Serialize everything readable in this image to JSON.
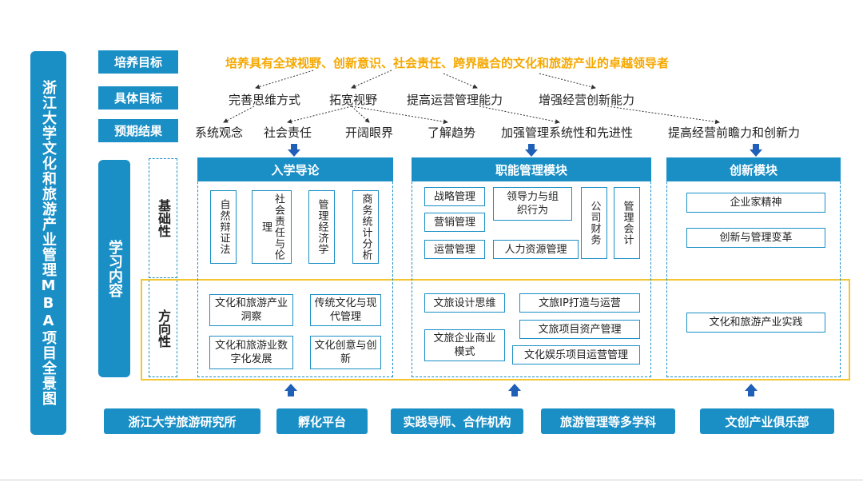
{
  "title": "浙江大学文化和旅游产业管理MBA项目全景图",
  "rows": {
    "cultivation_label": "培养目标",
    "specific_label": "具体目标",
    "expected_label": "预期结果",
    "study_label": "学习内容"
  },
  "cultivation_goal": "培养具有全球视野、创新意识、社会责任、跨界融合的文化和旅游产业的卓越领导者",
  "specific_goals": [
    "完善思维方式",
    "拓宽视野",
    "提高运营管理能力",
    "增强经营创新能力"
  ],
  "expected_results": [
    "系统观念",
    "社会责任",
    "开阔眼界",
    "了解趋势",
    "加强管理系统性和先进性",
    "提高经营前瞻力和创新力"
  ],
  "levels": {
    "basic": "基础性",
    "direction": "方向性"
  },
  "modules": {
    "intro": {
      "title": "入学导论",
      "basic": [
        "自然辩证法",
        "社会责任与伦理",
        "管理经济学",
        "商务统计分析"
      ],
      "direction": [
        "文化和旅游产业洞察",
        "传统文化与现代管理",
        "文化和旅游业数字化发展",
        "文化创意与创新"
      ]
    },
    "functional": {
      "title": "职能管理模块",
      "basic": [
        "战略管理",
        "营销管理",
        "运营管理",
        "领导力与组织行为",
        "人力资源管理",
        "公司财务",
        "管理会计"
      ],
      "direction": [
        "文旅设计思维",
        "文旅企业商业模式",
        "文旅IP打造与运营",
        "文旅项目资产管理",
        "文化娱乐项目运营管理"
      ]
    },
    "innovation": {
      "title": "创新模块",
      "basic": [
        "企业家精神",
        "创新与管理变革"
      ],
      "direction": [
        "文化和旅游产业实践"
      ]
    }
  },
  "supports": [
    "浙江大学旅游研究所",
    "孵化平台",
    "实践导师、合作机构",
    "旅游管理等多学科",
    "文创产业俱乐部"
  ],
  "colors": {
    "primary": "#1a8fc6",
    "goal": "#f5a800",
    "highlight": "#f2c531",
    "arrow": "#1f5fb8"
  }
}
